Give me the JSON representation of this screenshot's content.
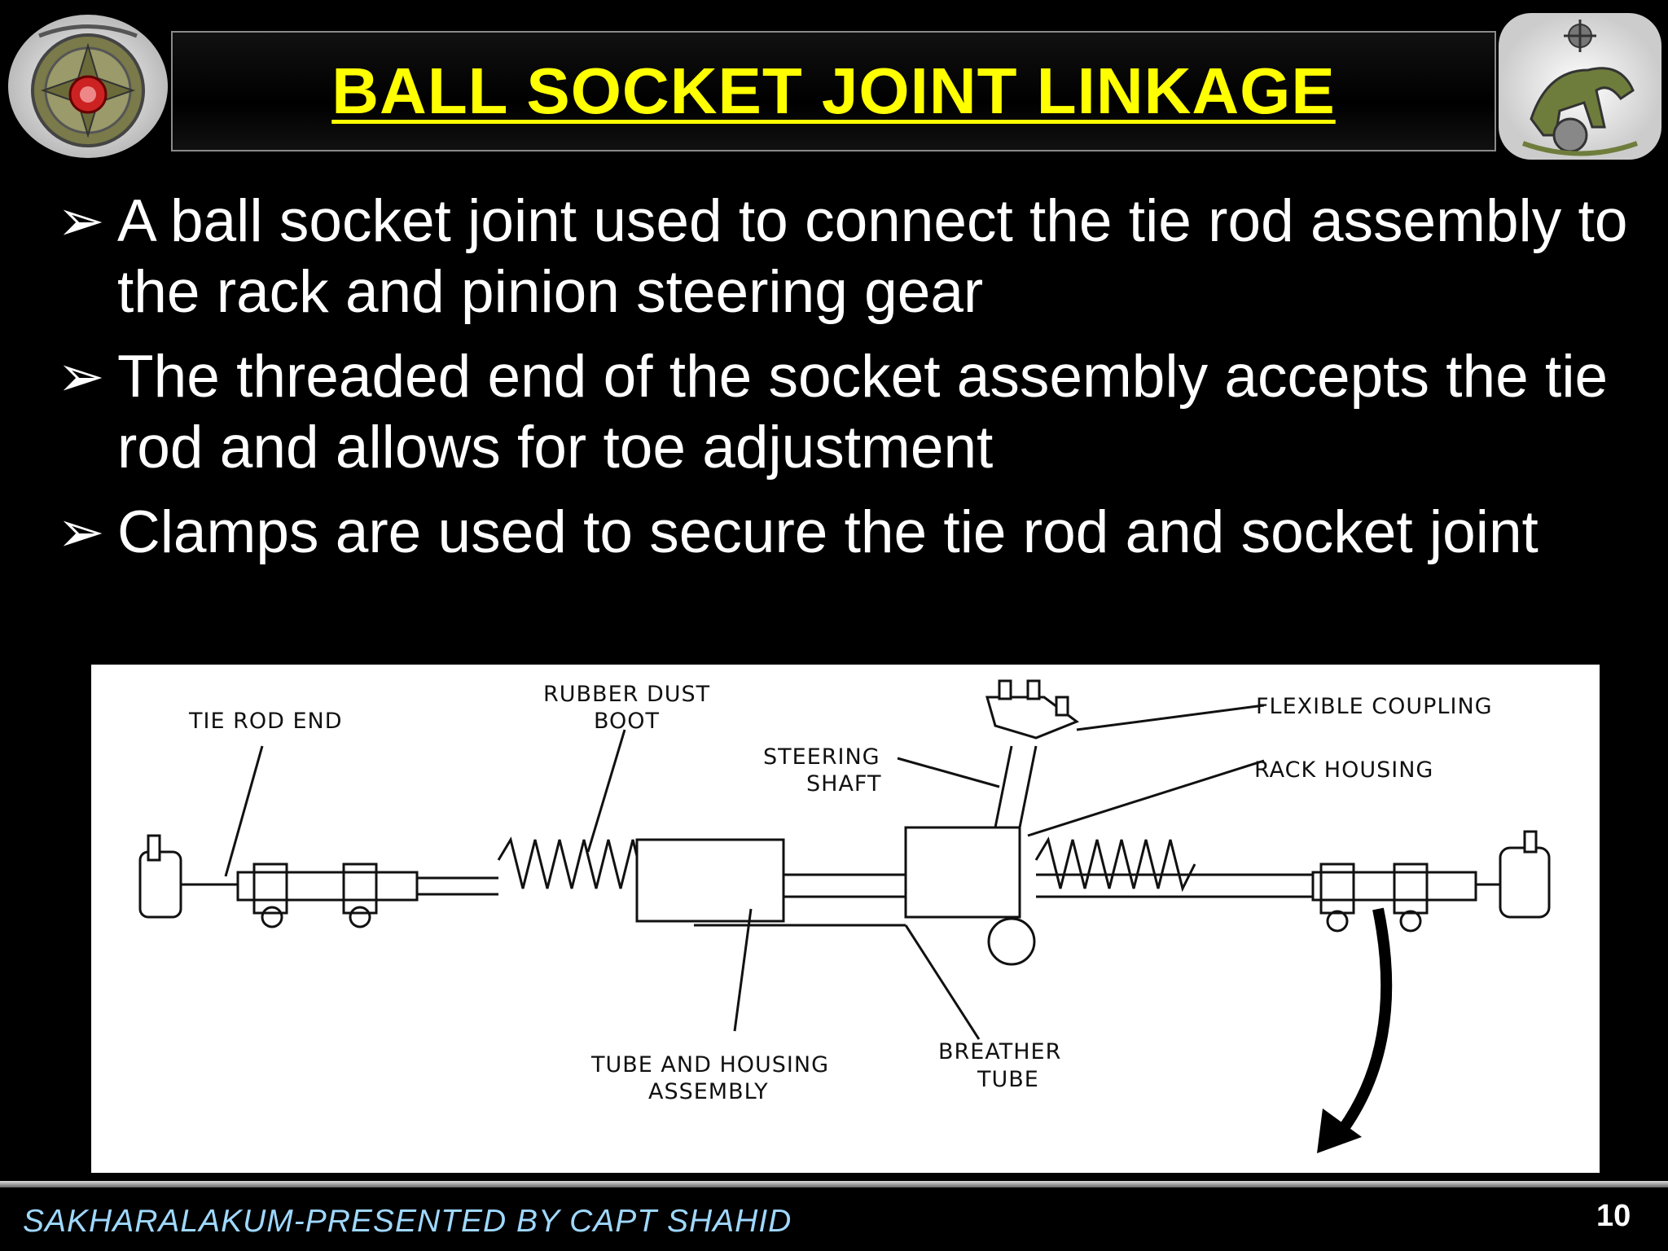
{
  "slide": {
    "title": "BALL SOCKET JOINT LINKAGE",
    "bullets": [
      "A ball socket joint used to connect the tie rod assembly to the rack and pinion steering gear",
      "The threaded end of the socket assembly accepts the tie rod and allows for toe adjustment",
      "Clamps are used to secure the tie rod and socket joint"
    ],
    "bullet_icon": "arrowhead-bullet-icon"
  },
  "diagram": {
    "labels": {
      "tie_rod_end": "TIE ROD END",
      "rubber_dust_boot_1": "RUBBER DUST",
      "rubber_dust_boot_2": "BOOT",
      "steering_shaft_1": "STEERING",
      "steering_shaft_2": "SHAFT",
      "flexible_coupling": "FLEXIBLE COUPLING",
      "rack_housing": "RACK HOUSING",
      "tube_housing_1": "TUBE AND HOUSING",
      "tube_housing_2": "ASSEMBLY",
      "breather_tube_1": "BREATHER",
      "breather_tube_2": "TUBE"
    }
  },
  "footer": {
    "presenter": "SAKHARALAKUM-PRESENTED BY CAPT SHAHID",
    "page_number": "10"
  },
  "logos": {
    "left": "crest-emblem-icon",
    "right": "horse-regimental-badge-icon"
  }
}
